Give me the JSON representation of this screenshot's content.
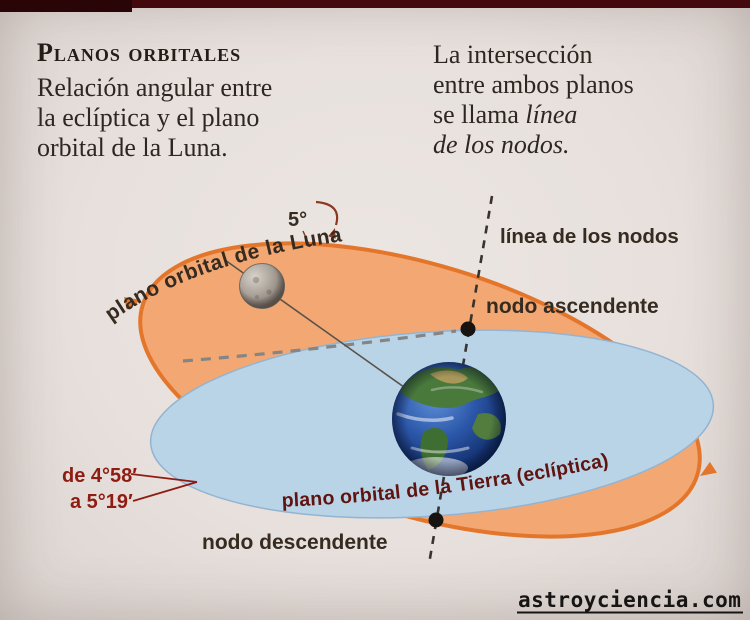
{
  "header": {
    "title": "Planos orbitales",
    "left_lines": [
      "Relación angular entre",
      "la eclíptica y el plano",
      "orbital de la Luna."
    ],
    "right": {
      "line1": "La intersección",
      "line2": "entre ambos planos",
      "line3_normal": "se llama ",
      "line3_italic": "línea",
      "line4_italic": "de los nodos."
    }
  },
  "diagram": {
    "moon_plane_label": "plano orbital de la Luna",
    "tilt_angle": "5°",
    "nodes_line_label": "línea de los nodos",
    "ascending_node_label": "nodo ascendente",
    "descending_node_label": "nodo descendente",
    "earth_plane_label": "plano orbital de la Tierra (eclíptica)",
    "inclination_line1": "de 4°58′",
    "inclination_line2": "a 5°19′"
  },
  "watermark": "astroyciencia.com",
  "colors": {
    "background": "#e7e0dc",
    "top_bar": "#44090d",
    "top_bar_dark": "#2a0507",
    "moon_plane_fill": "#f3a873",
    "moon_plane_stroke": "#e4762b",
    "ecliptic_fill": "#b9d3e7",
    "ecliptic_stroke": "#92b4d2",
    "hidden_orbit_dash": "#858585",
    "nodes_line": "#38332e",
    "node_dot": "#161311",
    "label_dark": "#362b20",
    "earth_plane_text": "#5f1410",
    "inclination_text": "#8e1c12"
  }
}
